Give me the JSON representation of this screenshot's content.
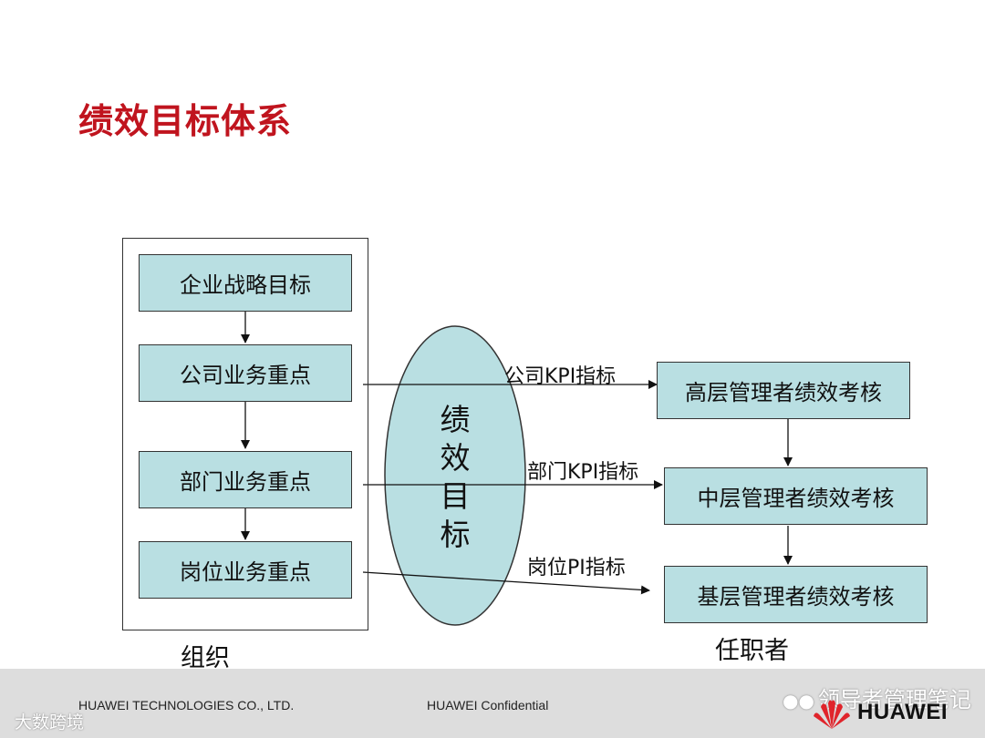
{
  "title": "绩效目标体系",
  "organization": {
    "boxes": [
      "企业战略目标",
      "公司业务重点",
      "部门业务重点",
      "岗位业务重点"
    ],
    "caption": "组织"
  },
  "center": {
    "chars": [
      "绩",
      "效",
      "目",
      "标"
    ]
  },
  "employees": {
    "boxes": [
      "高层管理者绩效考核",
      "中层管理者绩效考核",
      "基层管理者绩效考核"
    ],
    "caption": "任职者"
  },
  "links": [
    "公司KPI指标",
    "部门KPI指标",
    "岗位PI指标"
  ],
  "footer": {
    "company": "HUAWEI TECHNOLOGIES CO., LTD.",
    "confidential": "HUAWEI Confidential",
    "brand": "HUAWEI"
  },
  "watermarks": {
    "left": "大数跨境",
    "right": "领导者管理笔记"
  },
  "colors": {
    "title": "#c0141e",
    "box_fill": "#b9dfe2",
    "ellipse_fill": "#b9dfe2",
    "footer_bg": "#dddddd",
    "logo_red": "#e0242b"
  }
}
